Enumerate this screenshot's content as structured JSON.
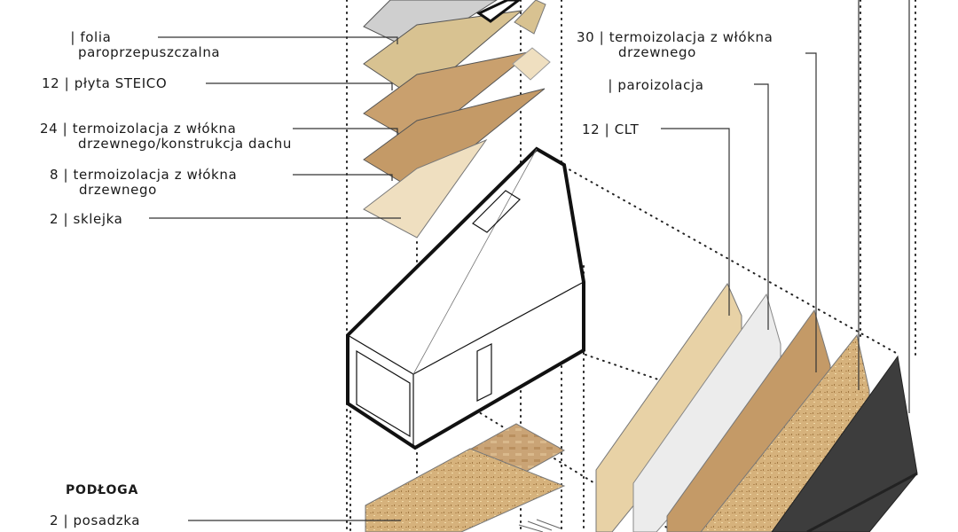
{
  "left_labels": [
    {
      "num": "",
      "line1": "| folia",
      "line2": "paroprzepuszczalna"
    },
    {
      "num": "12",
      "line1": "| płyta STEICO",
      "line2": ""
    },
    {
      "num": "24",
      "line1": "| termoizolacja z włókna",
      "line2": "drzewnego/konstrukcja dachu"
    },
    {
      "num": "8",
      "line1": "| termoizolacja z włókna",
      "line2": "drzewnego"
    },
    {
      "num": "2",
      "line1": "| sklejka",
      "line2": ""
    }
  ],
  "right_labels": [
    {
      "num": "30",
      "line1": "| termoizolacja z włókna",
      "line2": "drzewnego"
    },
    {
      "num": "",
      "line1": "| paroizolacja",
      "line2": ""
    },
    {
      "num": "12",
      "line1": "| CLT",
      "line2": ""
    }
  ],
  "floor_section": {
    "heading": "PODŁOGA",
    "labels": [
      {
        "num": "2",
        "line1": "| posadzka",
        "line2": ""
      }
    ]
  },
  "colors": {
    "grey_layer": "#cfcfcf",
    "steico": "#d8c291",
    "fibre_dark": "#c9a06e",
    "plywood": "#efdfc0",
    "clt": "#e8d2a6",
    "membrane": "#ececec",
    "osb": "#d6b27c",
    "roofing": "#3d3d3d",
    "line": "#1a1a1a"
  }
}
